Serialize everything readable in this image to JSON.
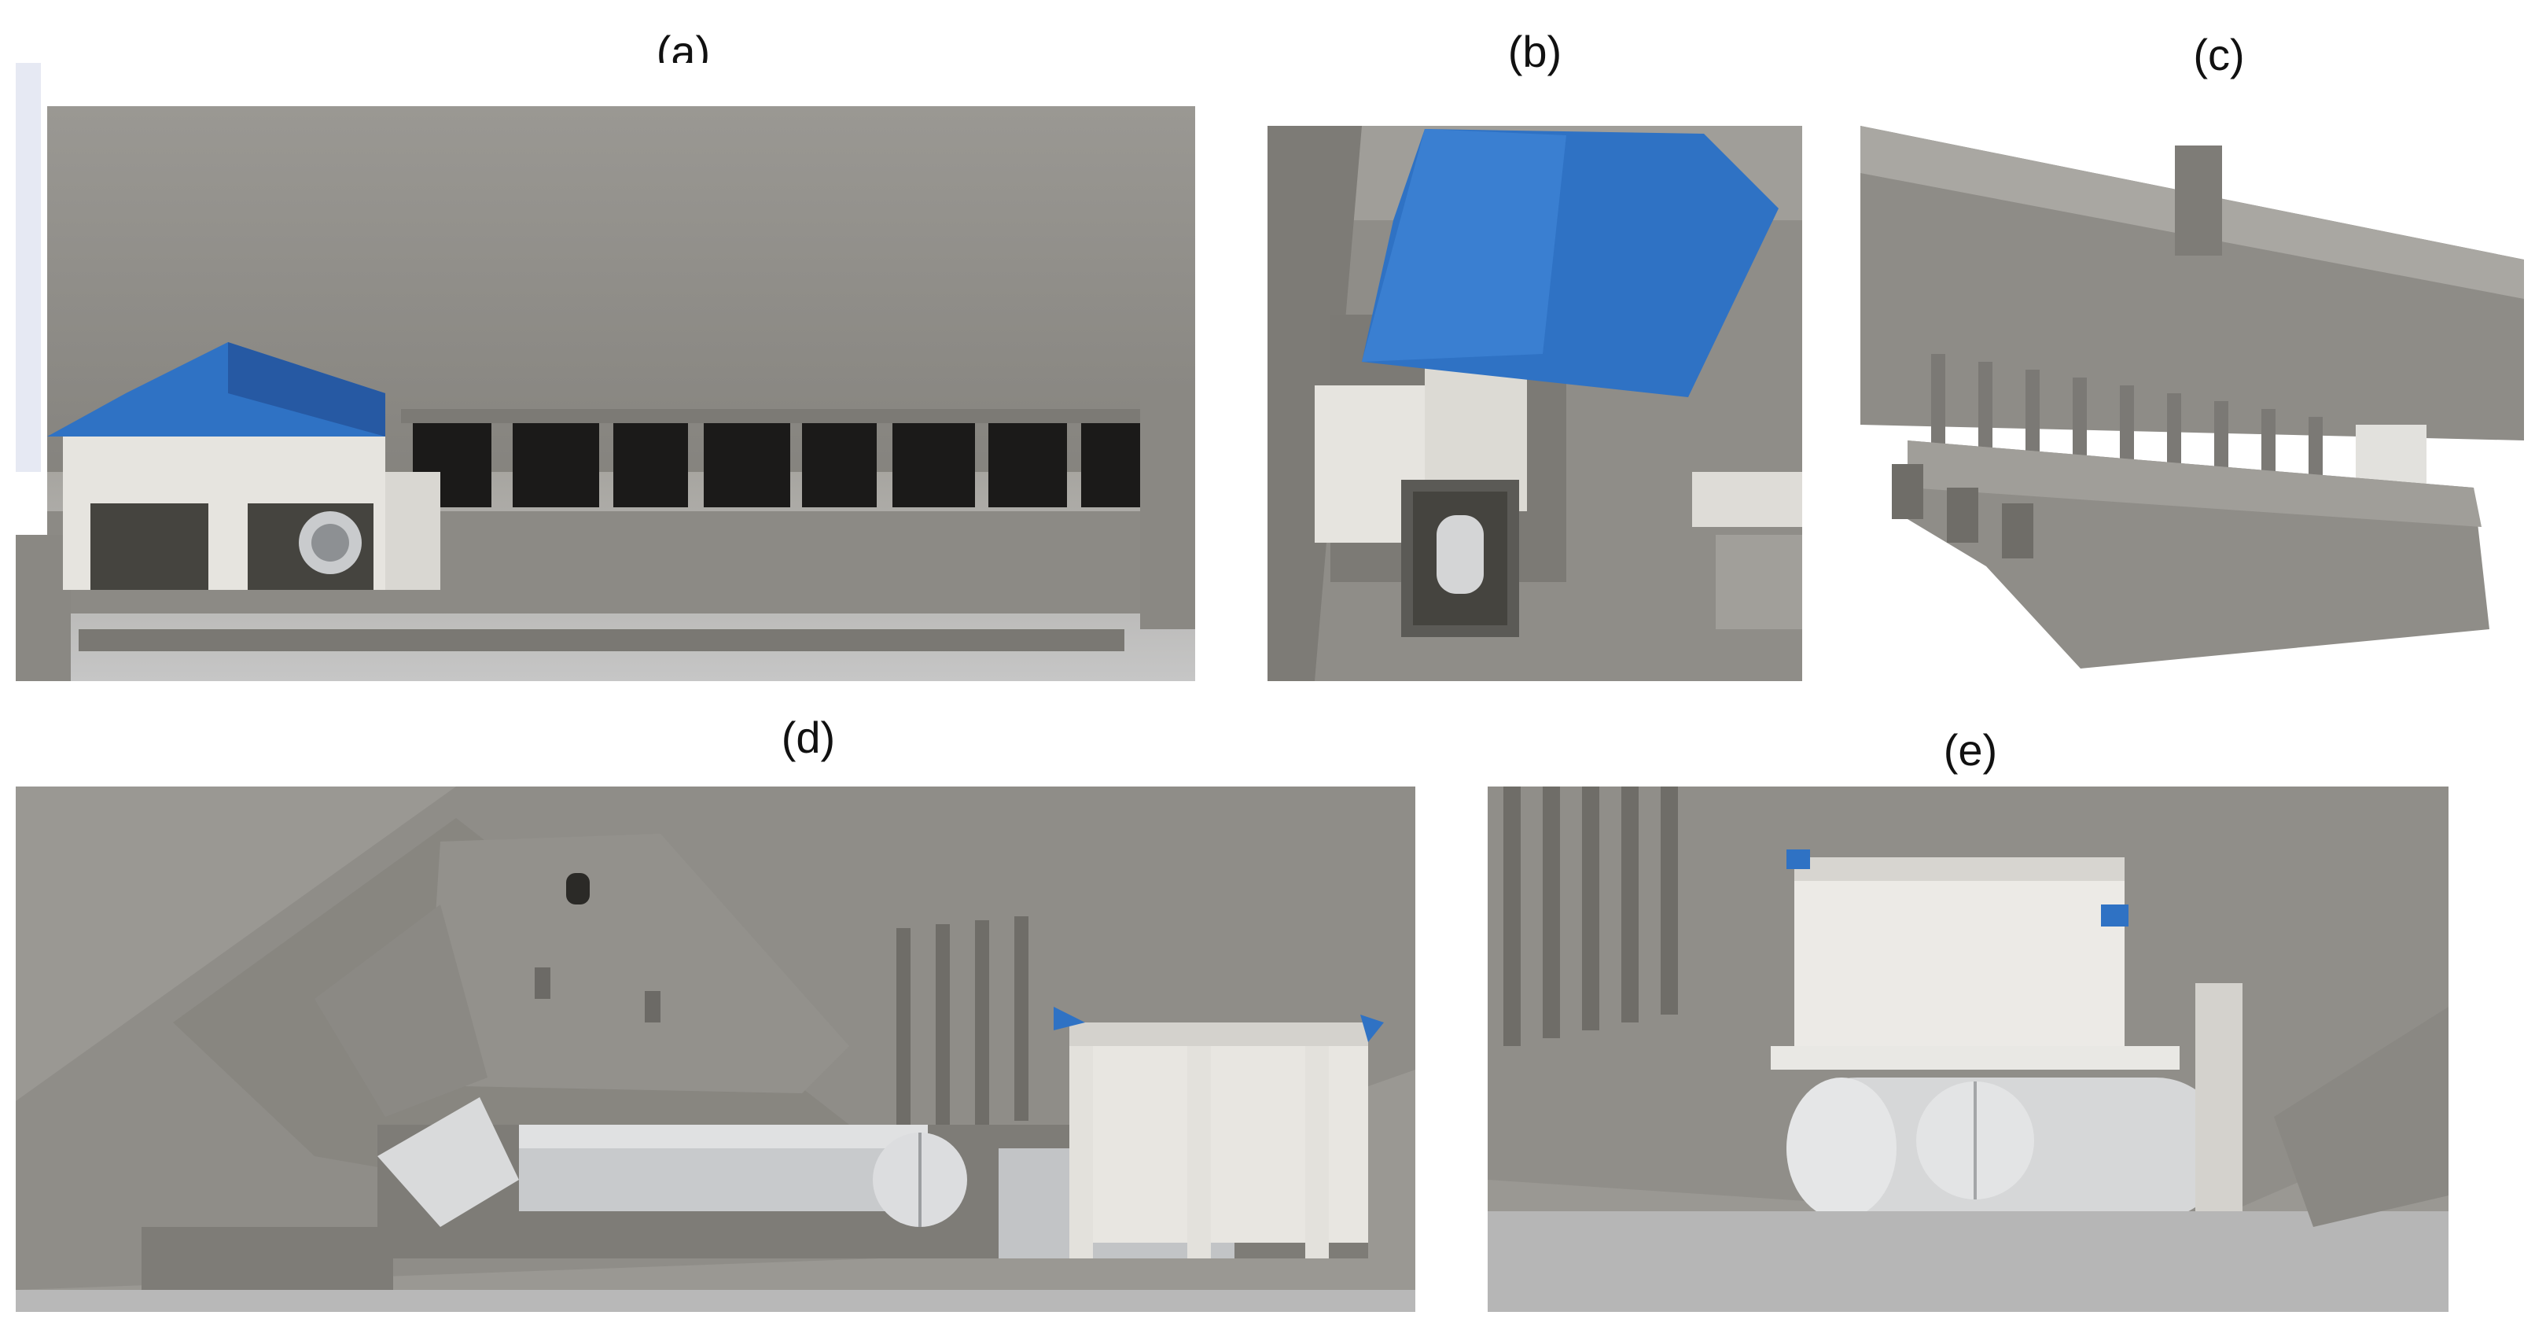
{
  "figure": {
    "panels": [
      {
        "id": "a",
        "label": "(a)"
      },
      {
        "id": "b",
        "label": "(b)"
      },
      {
        "id": "c",
        "label": "(c)"
      },
      {
        "id": "d",
        "label": "(d)"
      },
      {
        "id": "e",
        "label": "(e)"
      }
    ]
  },
  "colors": {
    "concrete": "#8f8d87",
    "concrete_dark": "#6f6d68",
    "concrete_light": "#a8a6a0",
    "roof_blue": "#2f72c4",
    "wall_white": "#e9e7e2",
    "pipe_grey": "#c9cbcd"
  }
}
